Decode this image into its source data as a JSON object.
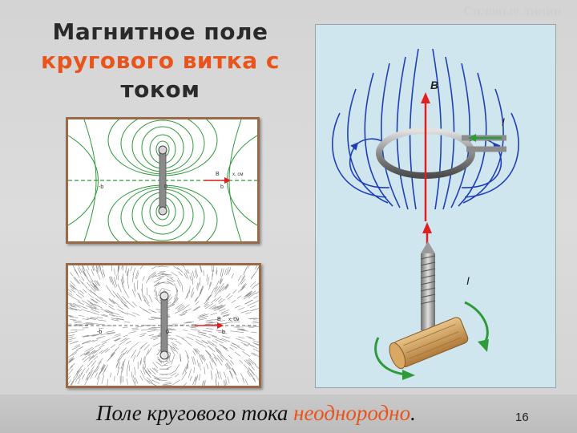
{
  "slide": {
    "title_line1": "Магнитное поле",
    "title_line2": "кругового витка с",
    "title_line3": "током",
    "watermark": "Силовые линии",
    "caption_main": "Поле кругового тока ",
    "caption_accent": "неоднородно",
    "caption_end": ".",
    "page_number": "16"
  },
  "figure1": {
    "label_b": "B",
    "label_x": "x, см",
    "label_minus_b": "-b",
    "label_zero": "0",
    "label_b_lower": "b"
  },
  "figure2": {
    "label_b": "B",
    "label_x": "x, см",
    "label_minus_b": "-b",
    "label_zero": "0",
    "label_b_lower": "b"
  },
  "main_figure": {
    "label_b_vector": "B",
    "label_current_top": "I",
    "label_current_bottom": "I"
  },
  "colors": {
    "accent": "#e8541c",
    "field_lines_blue": "#1f3fb8",
    "field_lines_green": "#2e9a3a",
    "frame": "#9a6a48",
    "figure_bg": "#cfe6ef"
  }
}
